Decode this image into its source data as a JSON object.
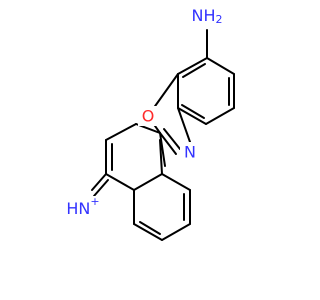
{
  "molecule": {
    "colors": {
      "bond": "#000000",
      "nitrogen": "#3333ff",
      "oxygen": "#ff2a2a"
    },
    "labels": {
      "amine": "NH",
      "amine_subscript": "2",
      "ring_oxygen": "O",
      "ring_nitrogen": "N",
      "iminium": "HN",
      "iminium_charge": "+"
    }
  }
}
